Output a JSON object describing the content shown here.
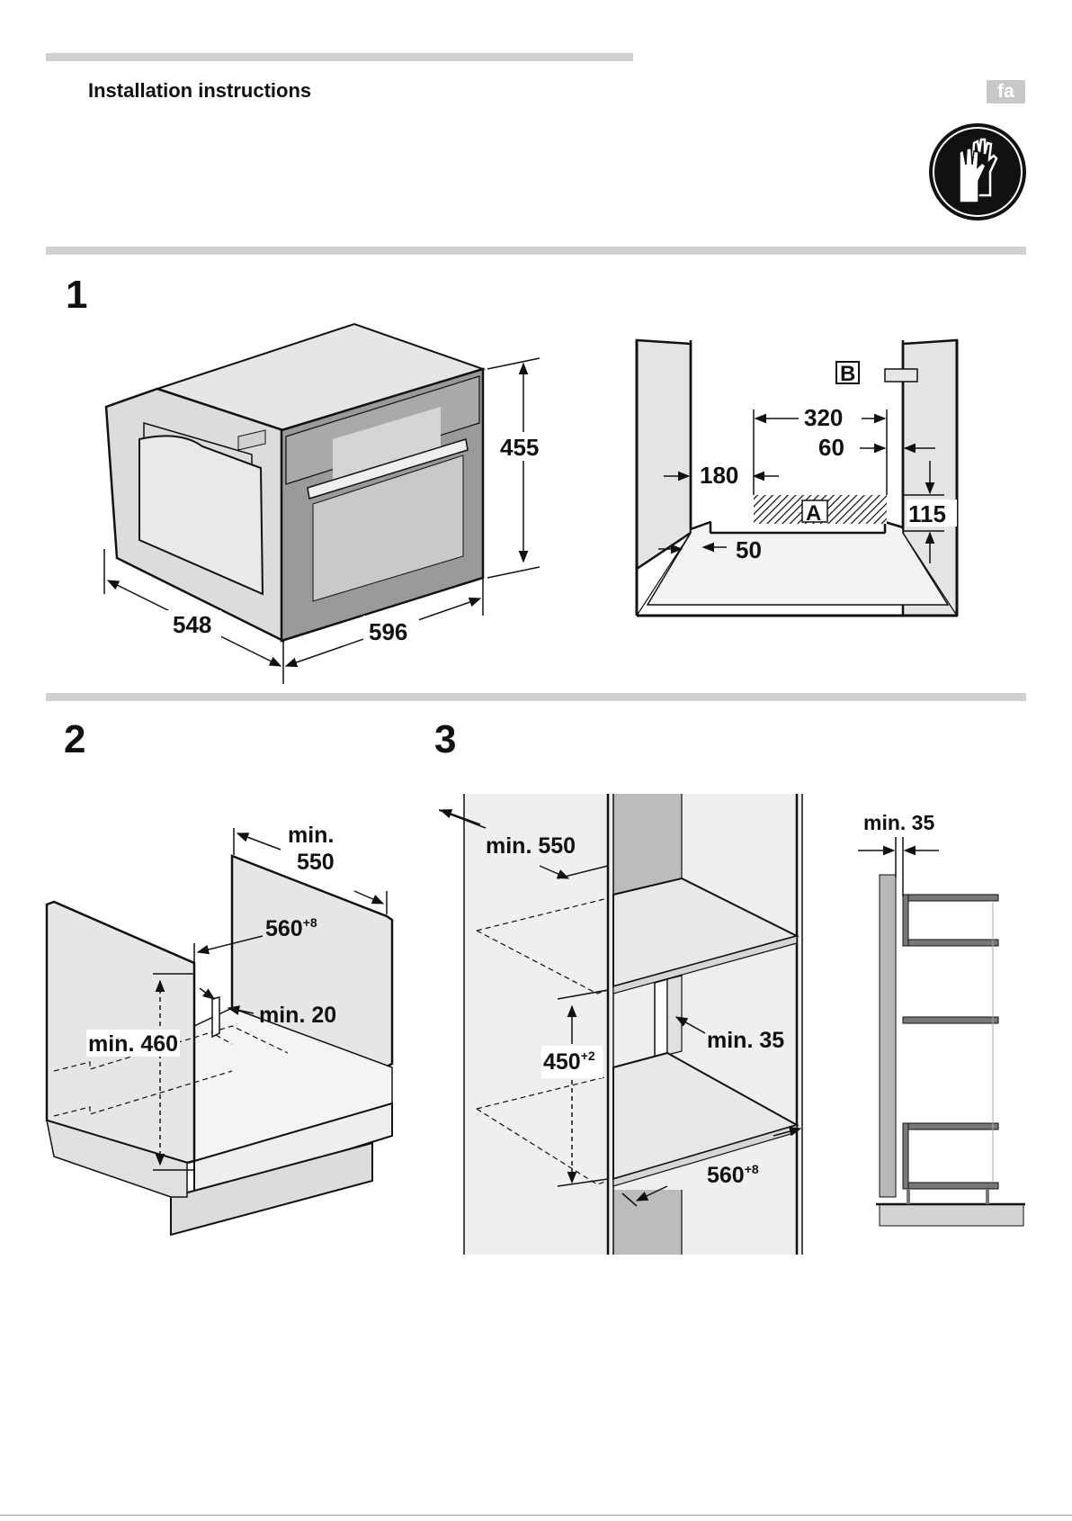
{
  "header": {
    "title": "Installation instructions",
    "lang": "fa",
    "glove_icon": "gloves-icon"
  },
  "steps": [
    "1",
    "2",
    "3"
  ],
  "fig1": {
    "oven": {
      "depth": "548",
      "width": "596",
      "height": "455"
    },
    "niche": {
      "d320": "320",
      "d60": "60",
      "d180": "180",
      "d115": "115",
      "d50": "50",
      "label_a": "A",
      "label_b": "B"
    }
  },
  "fig2": {
    "min550_top": "min.",
    "min550_bot": "550",
    "width": "560",
    "width_tol": "+8",
    "min20": "min. 20",
    "min460": "min. 460"
  },
  "fig3": {
    "min550": "min. 550",
    "height": "450",
    "height_tol": "+2",
    "min35": "min. 35",
    "width": "560",
    "width_tol": "+8",
    "side_min35": "min. 35"
  }
}
